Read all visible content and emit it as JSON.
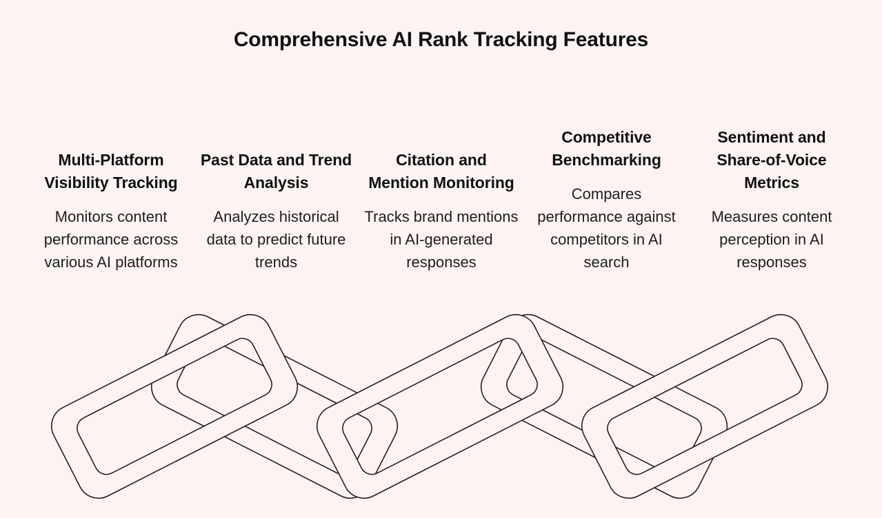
{
  "page": {
    "background_color": "#fdf3f3",
    "text_color": "#111111",
    "title": "Comprehensive AI Rank Tracking Features"
  },
  "features": [
    {
      "heading": "Multi-Platform Visibility Tracking",
      "description": "Monitors content performance across various AI platforms"
    },
    {
      "heading": "Past Data and Trend Analysis",
      "description": "Analyzes historical data to predict future trends"
    },
    {
      "heading": "Citation and Mention Monitoring",
      "description": "Tracks brand mentions in AI-generated responses"
    },
    {
      "heading": "Competitive Benchmarking",
      "description": "Compares performance against competitors in AI search"
    },
    {
      "heading": "Sentiment and Share-of-Voice Metrics",
      "description": "Measures content perception in AI responses"
    }
  ],
  "illustration": {
    "name": "chain-links-illustration",
    "link_count": 5,
    "stroke_color": "#231f20",
    "fill_color": "#fdf3f3",
    "description": "Five interlocking chain links arranged in a zig-zag row"
  }
}
